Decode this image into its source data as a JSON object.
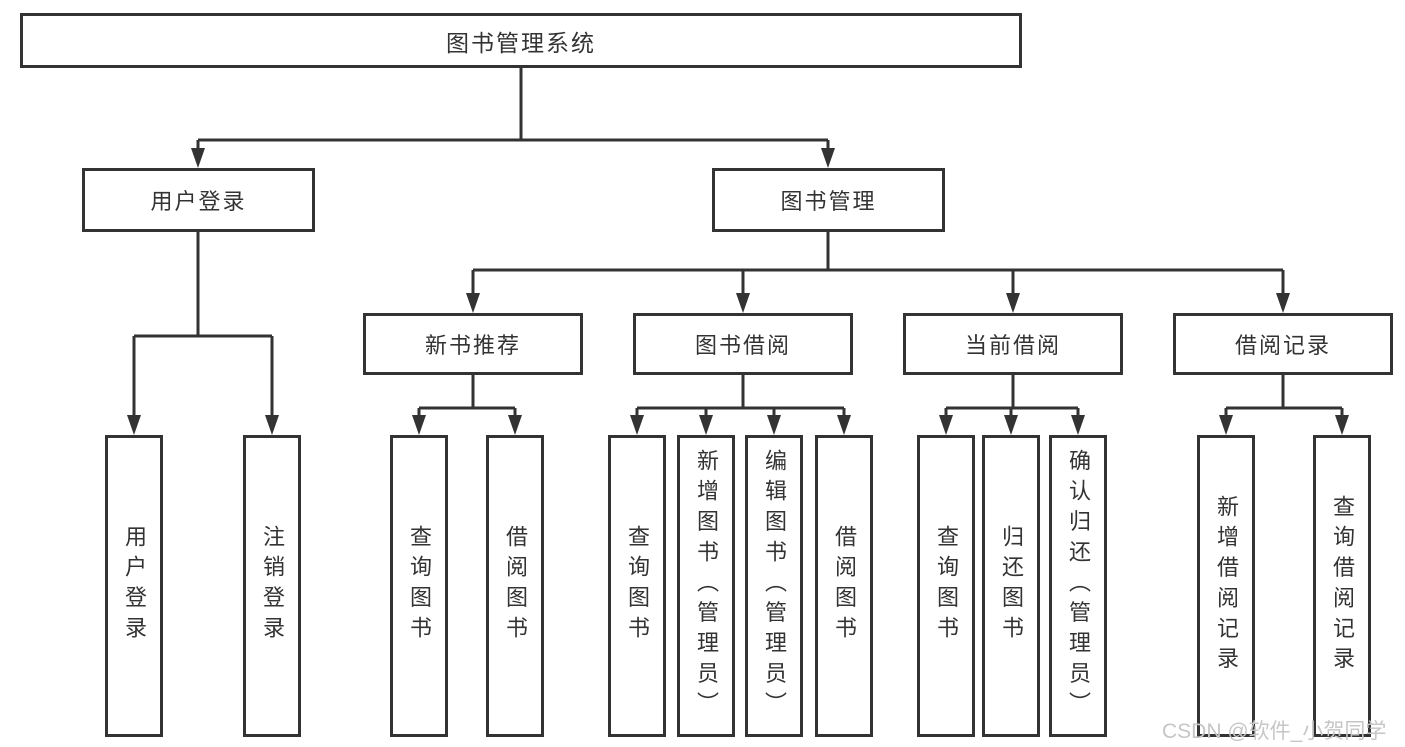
{
  "diagram": {
    "title": "图书管理系统",
    "type": "hierarchy-tree",
    "tree": {
      "label": "图书管理系统",
      "children": [
        {
          "label": "用户登录",
          "children": [
            {
              "label": "用户登录"
            },
            {
              "label": "注销登录"
            }
          ]
        },
        {
          "label": "图书管理",
          "children": [
            {
              "label": "新书推荐",
              "children": [
                {
                  "label": "查询图书"
                },
                {
                  "label": "借阅图书"
                }
              ]
            },
            {
              "label": "图书借阅",
              "children": [
                {
                  "label": "查询图书"
                },
                {
                  "label": "新增图书（管理员）"
                },
                {
                  "label": "编辑图书（管理员）"
                },
                {
                  "label": "借阅图书"
                }
              ]
            },
            {
              "label": "当前借阅",
              "children": [
                {
                  "label": "查询图书"
                },
                {
                  "label": "归还图书"
                },
                {
                  "label": "确认归还（管理员）"
                }
              ]
            },
            {
              "label": "借阅记录",
              "children": [
                {
                  "label": "新增借阅记录"
                },
                {
                  "label": "查询借阅记录"
                }
              ]
            }
          ]
        }
      ]
    }
  },
  "watermark": {
    "text": "CSDN @软件_小贺同学"
  },
  "colors": {
    "line": "#333333",
    "text": "#333333",
    "wm": "#c6c6c6",
    "bg": "#ffffff"
  }
}
